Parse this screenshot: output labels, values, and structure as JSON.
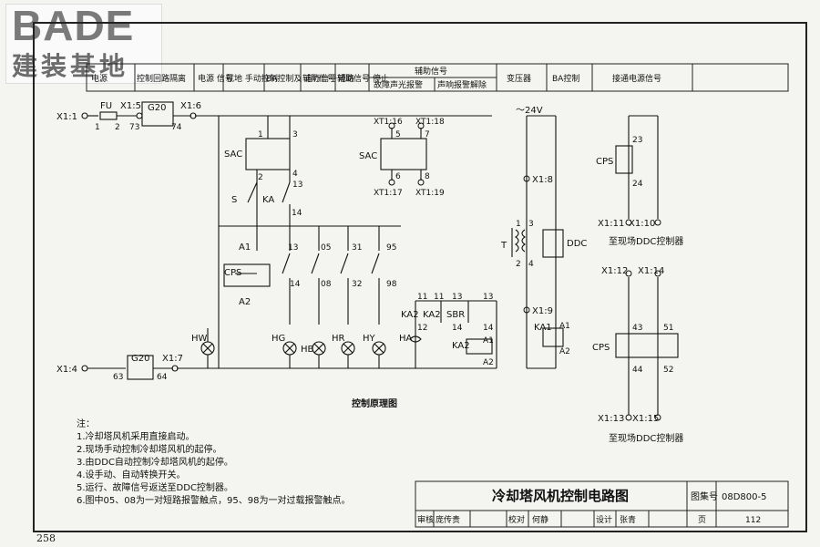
{
  "logo": {
    "brand": "BADE",
    "subtitle": "建装基地"
  },
  "header_cells": [
    "电源",
    "控制回路隔离",
    "电源\n信号",
    "就地\n手动控制",
    "BA控制及\n运行信号",
    "辅助信号\n短路",
    "辅助信号\n停止",
    "故障声光报警",
    "声响报警解除",
    "变压器",
    "BA控制",
    "接通电源信号"
  ],
  "header_group": "辅助信号",
  "labels": {
    "x1_1": "X1:1",
    "fu": "FU",
    "x1_5": "X1:5",
    "g20a": "G20",
    "x1_6": "X1:6",
    "n1": "1",
    "n2": "2",
    "n73": "73",
    "n74": "74",
    "sac1": "SAC",
    "sac2": "SAC",
    "s1": "1",
    "s2": "2",
    "s3": "3",
    "s4": "4",
    "s13": "13",
    "sf": "S",
    "ka": "KA",
    "k14": "14",
    "a1": "A1",
    "a2": "A2",
    "cps1": "CPS",
    "c13": "13",
    "c05": "05",
    "c31": "31",
    "c95": "95",
    "c14": "14",
    "c08": "08",
    "c32": "32",
    "c98": "98",
    "xt16": "XT1:16",
    "xt18": "XT1:18",
    "xt17": "XT1:17",
    "xt19": "XT1:19",
    "t5": "5",
    "t7": "7",
    "t6": "6",
    "t8": "8",
    "hw": "HW",
    "hg": "HG",
    "hb": "HB",
    "hr": "HR",
    "hy": "HY",
    "ha": "HA",
    "ka2a": "KA2",
    "ka2b": "KA2",
    "sbr": "SBR",
    "ka2c": "KA2",
    "r11a": "11",
    "r11b": "11",
    "r13a": "13",
    "r13b": "13",
    "r12": "12",
    "r14a": "14",
    "r14b": "14",
    "ra1": "A1",
    "ra2": "A2",
    "x1_4": "X1:4",
    "g20b": "G20",
    "x1_7": "X1:7",
    "n63": "63",
    "n64": "64",
    "v24": "～24V",
    "x1_8": "X1:8",
    "x1_9": "X1:9",
    "tt": "T",
    "ddc": "DDC",
    "t1": "1",
    "t2": "2",
    "t3": "3",
    "t4": "4",
    "ka1": "KA1",
    "ka1a1": "A1",
    "ka1a2": "A2",
    "cps2": "CPS",
    "p23": "23",
    "p24": "24",
    "x1_11": "X1:11",
    "x1_10": "X1:10",
    "to1": "至现场DDC控制器",
    "x1_12": "X1:12",
    "x1_14": "X1:14",
    "cps3": "CPS",
    "p43": "43",
    "p51": "51",
    "p44": "44",
    "p52": "52",
    "x1_13": "X1:13",
    "x1_15": "X1:15",
    "to2": "至现场DDC控制器",
    "caption": "控制原理图"
  },
  "notes": [
    "注：",
    "1.冷却塔风机采用直接启动。",
    "2.现场手动控制冷却塔风机的起停。",
    "3.由DDC自动控制冷却塔风机的起停。",
    "4.设手动、自动转换开关。",
    "5.运行、故障信号返送至DDC控制器。",
    "6.图中05、08为一对短路报警触点，95、98为一对过载报警触点。"
  ],
  "title_block": {
    "title": "冷却塔风机控制电路图",
    "atlas_label": "图集号",
    "atlas_no": "08D800-5",
    "review": "审核",
    "reviewer": "庞传贵",
    "check": "校对",
    "checker": "何静",
    "design": "设计",
    "designer": "张青",
    "page_label": "页",
    "page_no": "112"
  },
  "page_number": "258"
}
